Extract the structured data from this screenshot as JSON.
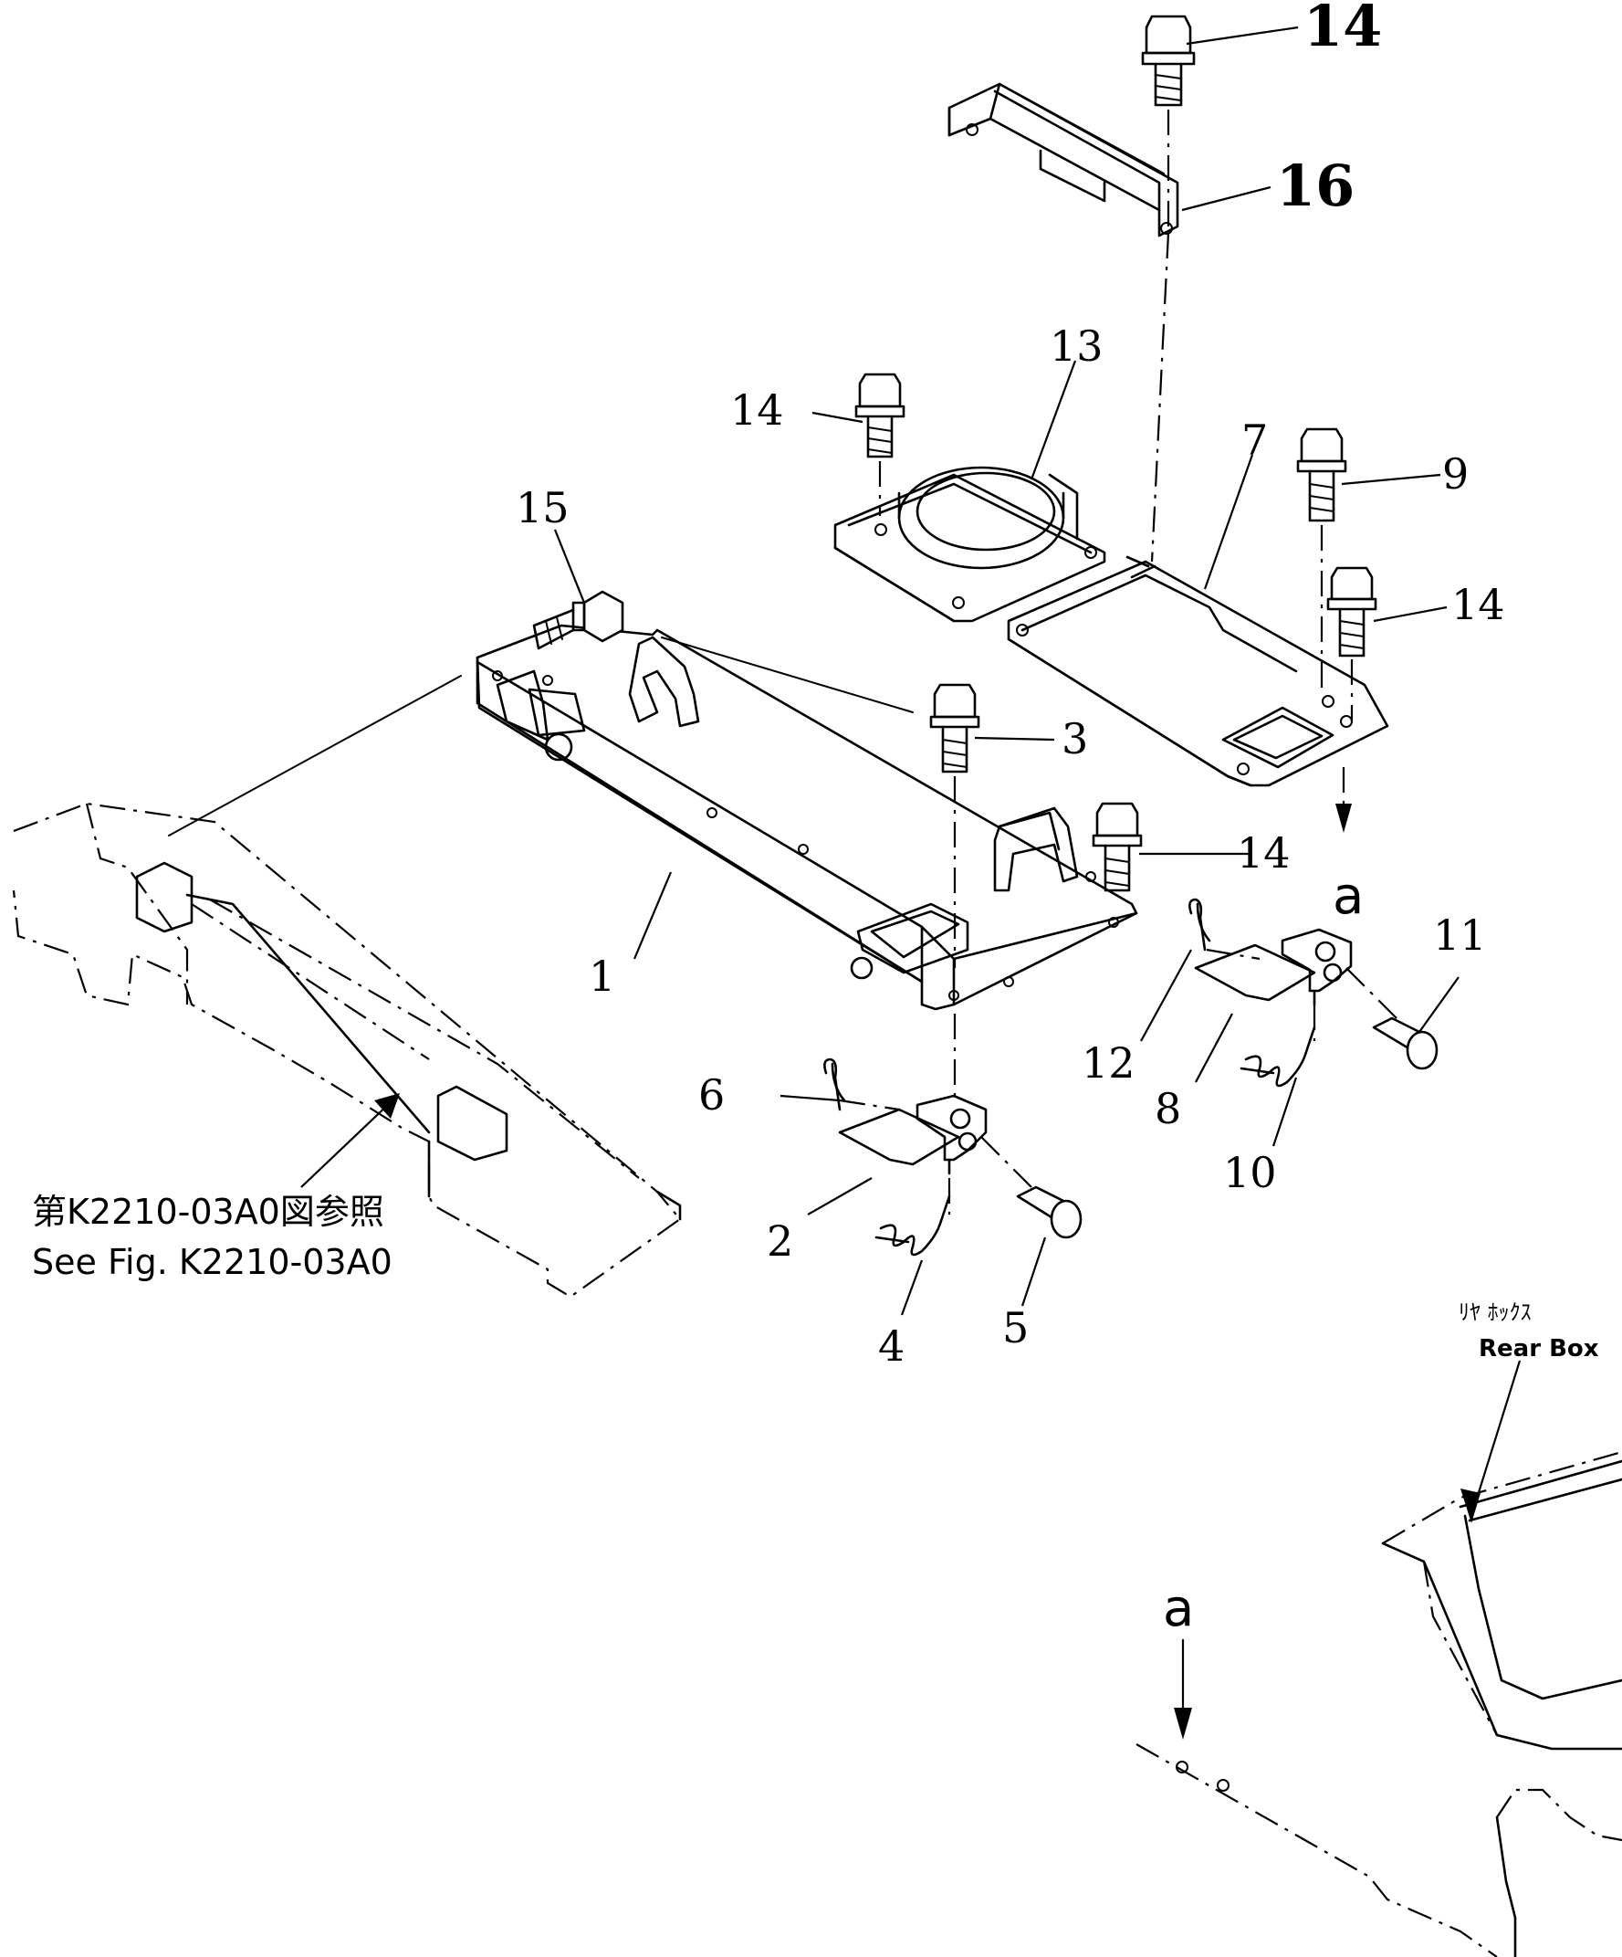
{
  "callouts": {
    "n1": "1",
    "n2": "2",
    "n3": "3",
    "n4": "4",
    "n5": "5",
    "n6": "6",
    "n7": "7",
    "n8": "8",
    "n9": "9",
    "n10": "10",
    "n11": "11",
    "n12": "12",
    "n13": "13",
    "n14": "14",
    "n15": "15",
    "n16": "16"
  },
  "markers": {
    "connection": "a"
  },
  "reference": {
    "jp": "第K2210-03A0図参照",
    "en": "See Fig. K2210-03A0"
  },
  "rear_box": {
    "jp": "ﾘﾔ ﾎｯｸｽ",
    "en": "Rear Box"
  }
}
